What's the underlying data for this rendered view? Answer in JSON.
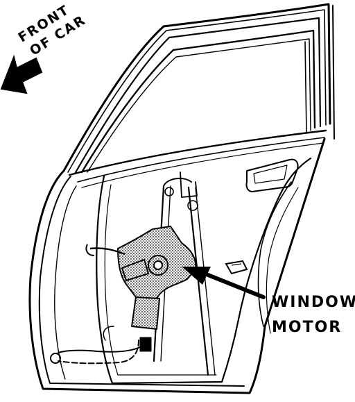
{
  "labels": {
    "front": [
      "FRONT",
      "OF CAR"
    ],
    "motor": [
      "WINDOW",
      "MOTOR"
    ]
  },
  "icons": {
    "direction": "arrow-left-icon",
    "pointer": "arrow-pointer-icon"
  },
  "colors": {
    "ink": "#000000",
    "paper": "#ffffff",
    "shading": "#9a9a9a"
  }
}
